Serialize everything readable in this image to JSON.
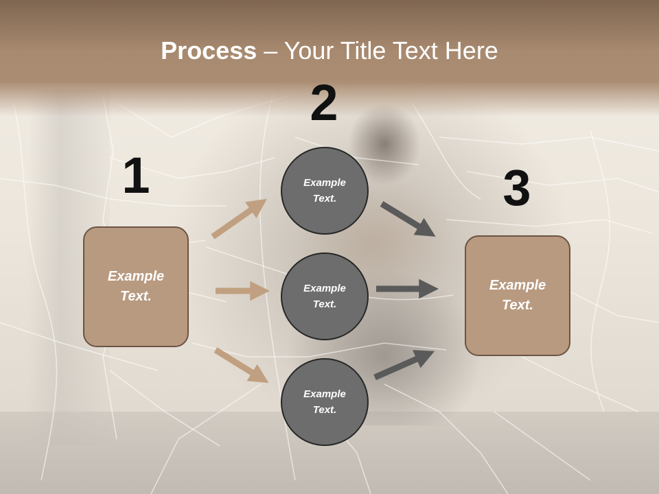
{
  "slide": {
    "title_bold": "Process",
    "title_rest": " – Your Title Text Here"
  },
  "steps": [
    {
      "number": "1",
      "text": "Example Text."
    },
    {
      "number": "2"
    },
    {
      "number": "3",
      "text": "Example Text."
    }
  ],
  "circles": [
    {
      "text": "Example Text."
    },
    {
      "text": "Example Text."
    },
    {
      "text": "Example Text."
    }
  ],
  "colors": {
    "title_band": "#a88a70",
    "box_fill": "#b89a80",
    "box_border": "#6b5443",
    "circle_fill": "#6d6d6d",
    "circle_border": "#262626",
    "arrow_tan": "#c0a080",
    "arrow_gray": "#5a5a5a",
    "number_text": "#111111"
  }
}
